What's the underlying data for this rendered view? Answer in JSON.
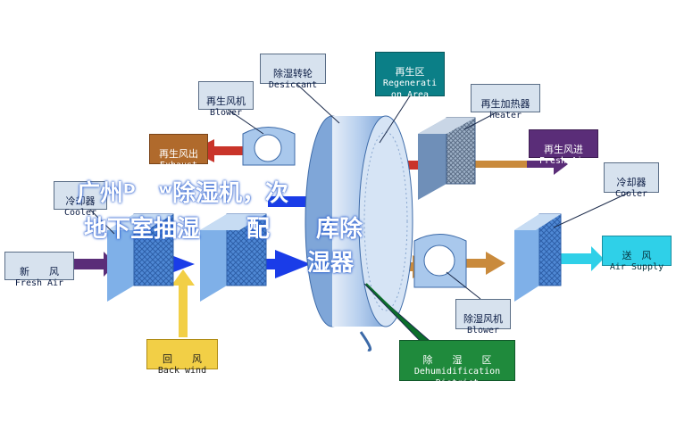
{
  "labels": {
    "desiccant": {
      "cn": "除湿转轮",
      "en": "Desiccant"
    },
    "regen_area": {
      "cn": "再生区",
      "en": "Regenerati\non Area"
    },
    "regen_blower": {
      "cn": "再生风机",
      "en": "Blower"
    },
    "regen_heater": {
      "cn": "再生加热器",
      "en": "heater"
    },
    "exhaust": {
      "cn": "再生风出",
      "en": "Exhaust"
    },
    "regen_fresh": {
      "cn": "再生风进",
      "en": "Fresh Air"
    },
    "cooler_left": {
      "cn": "冷却器",
      "en": "Cooler"
    },
    "cooler_right": {
      "cn": "冷却器",
      "en": "Cooler"
    },
    "fresh_air": {
      "cn": "新　　风",
      "en": "Fresh Air"
    },
    "air_supply": {
      "cn": "送　风",
      "en": "Air Supply"
    },
    "process_blower": {
      "cn": "除湿风机",
      "en": "Blower"
    },
    "back_wind": {
      "cn": "回　　风",
      "en": "Back wind"
    },
    "dehum_district": {
      "cn": "除　　湿　　区",
      "en": "Dehumidification\nDistrict"
    }
  },
  "overlay": {
    "line1": "广州ᴰ　ʷ除湿机，次",
    "line2": "地下室抽湿　　配　　库除",
    "line3": "湿器"
  },
  "colors": {
    "process_arrow": "#1a3ce8",
    "regen_arrow": "#c9342a",
    "heater_arrow": "#c98a3c",
    "supply_arrow": "#2fd0e8",
    "return_arrow": "#f2cf46",
    "unit_face": "#4a8fd8",
    "wheel": "#a9c8ec"
  }
}
